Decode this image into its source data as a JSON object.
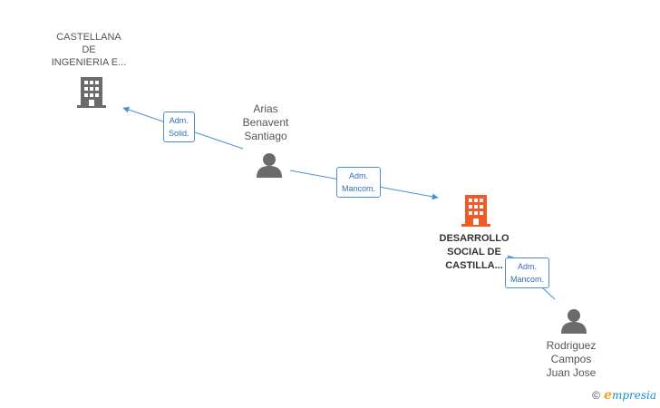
{
  "nodes": {
    "castellana": {
      "lines": [
        "CASTELLANA",
        "DE",
        "INGENIERIA E..."
      ],
      "color": "#6b6b6b"
    },
    "arias": {
      "lines": [
        "Arias",
        "Benavent",
        "Santiago"
      ],
      "color": "#6b6b6b"
    },
    "desarrollo": {
      "lines": [
        "DESARROLLO",
        "SOCIAL DE",
        "CASTILLA..."
      ],
      "color": "#f05a28"
    },
    "rodriguez": {
      "lines": [
        "Rodriguez",
        "Campos",
        "Juan Jose"
      ],
      "color": "#6b6b6b"
    }
  },
  "edges": {
    "arias_castellana": {
      "lines": [
        "Adm.",
        "Solid."
      ]
    },
    "arias_desarrollo": {
      "lines": [
        "Adm.",
        "Mancom."
      ]
    },
    "rodriguez_desarrollo": {
      "lines": [
        "Adm.",
        "Mancom."
      ]
    }
  },
  "footer": {
    "copyright": "©",
    "brand_first": "e",
    "brand_rest": "mpresia"
  },
  "colors": {
    "edge": "#4a8fd6",
    "company": "#6b6b6b",
    "highlight": "#f05a28",
    "person": "#6b6b6b"
  }
}
